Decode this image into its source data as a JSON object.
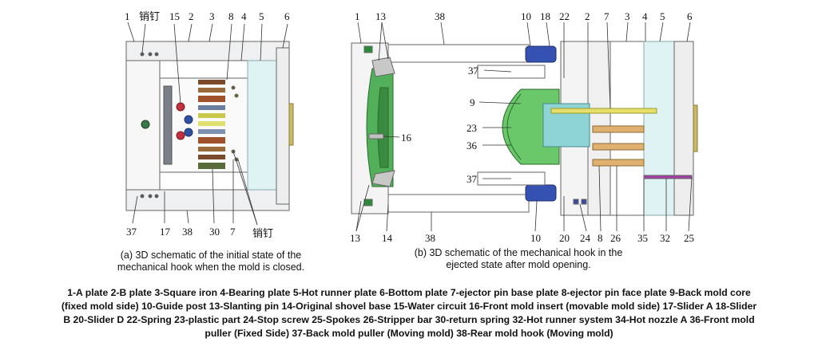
{
  "figure_a": {
    "labels": [
      "1",
      "销钉",
      "15",
      "2",
      "3",
      "8",
      "4",
      "5",
      "6",
      "37",
      "17",
      "38",
      "30",
      "7",
      "销钉"
    ],
    "caption_line1": "(a) 3D schematic of the initial state of the",
    "caption_line2": "mechanical hook when the mold is closed."
  },
  "figure_b": {
    "labels": [
      "1",
      "13",
      "38",
      "10",
      "18",
      "22",
      "2",
      "7",
      "3",
      "4",
      "5",
      "6",
      "37",
      "9",
      "16",
      "23",
      "36",
      "37",
      "13",
      "14",
      "38",
      "10",
      "20",
      "24",
      "8",
      "26",
      "35",
      "32",
      "25"
    ],
    "caption_line1": "(b) 3D schematic of the mechanical hook in the",
    "caption_line2": "ejected state after mold opening."
  },
  "legend": {
    "line1": "1-A plate 2-B plate 3-Square iron 4-Bearing plate 5-Hot runner plate 6-Bottom plate 7-ejector pin base plate 8-ejector pin face plate 9-Back mold core",
    "line2": "(fixed mold side) 10-Guide post 13-Slanting pin 14-Original shovel base 15-Water circuit 16-Front mold insert (movable mold side) 17-Slider A 18-Slider",
    "line3": "B 20-Slider D 22-Spring 23-plastic part 24-Stop screw 25-Spokes 26-Stripper bar  30-return spring 32-Hot runner system 34-Hot nozzle A 36-Front mold",
    "line4": "puller (Fixed Side) 37-Back mold puller (Moving mold) 38-Rear mold hook  (Moving mold)"
  }
}
